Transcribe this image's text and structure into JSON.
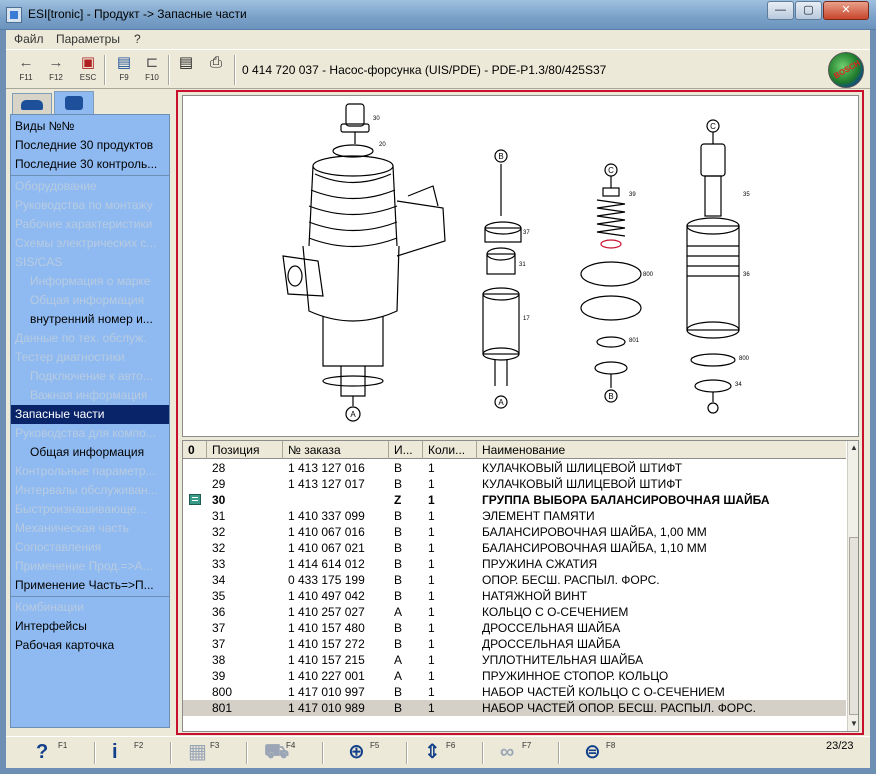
{
  "window": {
    "title": "ESI[tronic] - Продукт -> Запасные части",
    "min_glyph": "—",
    "max_glyph": "▢",
    "close_glyph": "✕"
  },
  "menu": [
    "Файл",
    "Параметры",
    "?"
  ],
  "toolbar": {
    "buttons": [
      {
        "icon": "arrow-left-icon",
        "glyph": "←",
        "key": "F11"
      },
      {
        "icon": "arrow-right-icon",
        "glyph": "→",
        "key": "F12"
      },
      {
        "icon": "esc-icon",
        "glyph": "▣",
        "key": "ESC"
      },
      {
        "icon": "list-icon",
        "glyph": "▤",
        "key": "F9"
      },
      {
        "icon": "tree-icon",
        "glyph": "⊏",
        "key": "F10"
      },
      {
        "icon": "document-icon",
        "glyph": "▤",
        "key": ""
      },
      {
        "icon": "printer-icon",
        "glyph": "⎙",
        "key": ""
      }
    ],
    "product": "0 414 720 037 - Насос-форсунка (UIS/PDE) - PDE-P1.3/80/425S37",
    "logo": "BOSCH"
  },
  "nav": {
    "items": [
      {
        "label": "Виды №№",
        "state": "bold",
        "indent": 0
      },
      {
        "label": "Последние 30 продуктов",
        "state": "bold",
        "indent": 0
      },
      {
        "label": "Последние 30 контроль...",
        "state": "bold",
        "indent": 0
      },
      {
        "label": "Оборудование",
        "state": "gray",
        "indent": 0
      },
      {
        "label": "Руководства по монтажу",
        "state": "gray",
        "indent": 0
      },
      {
        "label": "Рабочие характеристики",
        "state": "gray",
        "indent": 0
      },
      {
        "label": "Схемы электрических с...",
        "state": "gray",
        "indent": 0
      },
      {
        "label": "SIS/CAS",
        "state": "gray",
        "indent": 0
      },
      {
        "label": "Информация о марке",
        "state": "gray",
        "indent": 1
      },
      {
        "label": "Общая информация",
        "state": "gray",
        "indent": 1
      },
      {
        "label": "внутренний номер и...",
        "state": "bold",
        "indent": 1
      },
      {
        "label": "Данные по тех. обслуж.",
        "state": "gray",
        "indent": 0
      },
      {
        "label": "Тестер диагностики",
        "state": "gray",
        "indent": 0
      },
      {
        "label": "Подключение к авто...",
        "state": "gray",
        "indent": 1
      },
      {
        "label": "Важная информация",
        "state": "gray",
        "indent": 1
      },
      {
        "label": "Запасные части",
        "state": "sel",
        "indent": 0
      },
      {
        "label": "Руководства для компо...",
        "state": "gray",
        "indent": 0
      },
      {
        "label": "Общая информация",
        "state": "bold",
        "indent": 1
      },
      {
        "label": "Контрольные параметр...",
        "state": "gray",
        "indent": 0
      },
      {
        "label": "Интервалы обслуживан...",
        "state": "gray",
        "indent": 0
      },
      {
        "label": "Быстроизнашивающе...",
        "state": "gray",
        "indent": 0
      },
      {
        "label": "Механическая часть",
        "state": "gray",
        "indent": 0
      },
      {
        "label": "Сопоставления",
        "state": "gray",
        "indent": 0
      },
      {
        "label": "Применение Прод.=>А...",
        "state": "gray",
        "indent": 0
      },
      {
        "label": "Применение Часть=>П...",
        "state": "bold",
        "indent": 0
      },
      {
        "label": "Комбинации",
        "state": "gray",
        "indent": 0
      },
      {
        "label": "Интерфейсы",
        "state": "bold",
        "indent": 0
      },
      {
        "label": "Рабочая карточка",
        "state": "bold",
        "indent": 0
      }
    ]
  },
  "diagram": {
    "callouts": [
      "A",
      "B",
      "C",
      "A",
      "B",
      "C"
    ],
    "part_labels": [
      "30",
      "20",
      "37",
      "31",
      "17",
      "39",
      "800",
      "801",
      "35",
      "36",
      "800",
      "34"
    ]
  },
  "table": {
    "columns": [
      "0",
      "Позиция",
      "№ заказа",
      "И...",
      "Коли...",
      "Наименование"
    ],
    "rows": [
      {
        "pos": "28",
        "order": "1 413 127 016",
        "code": "B",
        "qty": "1",
        "name": "КУЛАЧКОВЫЙ ШЛИЦЕВОЙ ШТИФТ",
        "icon": false,
        "bold": false,
        "selected": false
      },
      {
        "pos": "29",
        "order": "1 413 127 017",
        "code": "B",
        "qty": "1",
        "name": "КУЛАЧКОВЫЙ ШЛИЦЕВОЙ ШТИФТ",
        "icon": false,
        "bold": false,
        "selected": false
      },
      {
        "pos": "30",
        "order": "",
        "code": "Z",
        "qty": "1",
        "name": "ГРУППА ВЫБОРА БАЛАНСИРОВОЧНАЯ ШАЙБА",
        "icon": true,
        "bold": true,
        "selected": false
      },
      {
        "pos": "31",
        "order": "1 410 337 099",
        "code": "B",
        "qty": "1",
        "name": "ЭЛЕМЕНТ ПАМЯТИ",
        "icon": false,
        "bold": false,
        "selected": false
      },
      {
        "pos": "32",
        "order": "1 410 067 016",
        "code": "B",
        "qty": "1",
        "name": "БАЛАНСИРОВОЧНАЯ ШАЙБА,   1,00 ММ",
        "icon": false,
        "bold": false,
        "selected": false
      },
      {
        "pos": "32",
        "order": "1 410 067 021",
        "code": "B",
        "qty": "1",
        "name": "БАЛАНСИРОВОЧНАЯ ШАЙБА,   1,10 ММ",
        "icon": false,
        "bold": false,
        "selected": false
      },
      {
        "pos": "33",
        "order": "1 414 614 012",
        "code": "B",
        "qty": "1",
        "name": "ПРУЖИНА СЖАТИЯ",
        "icon": false,
        "bold": false,
        "selected": false
      },
      {
        "pos": "34",
        "order": "0 433 175 199",
        "code": "B",
        "qty": "1",
        "name": "ОПОР. БЕСШ. РАСПЫЛ. ФОРС.",
        "icon": false,
        "bold": false,
        "selected": false
      },
      {
        "pos": "35",
        "order": "1 410 497 042",
        "code": "B",
        "qty": "1",
        "name": "НАТЯЖНОЙ ВИНТ",
        "icon": false,
        "bold": false,
        "selected": false
      },
      {
        "pos": "36",
        "order": "1 410 257 027",
        "code": "A",
        "qty": "1",
        "name": "КОЛЬЦО С О-СЕЧЕНИЕМ",
        "icon": false,
        "bold": false,
        "selected": false
      },
      {
        "pos": "37",
        "order": "1 410 157 480",
        "code": "B",
        "qty": "1",
        "name": "ДРОССЕЛЬНАЯ ШАЙБА",
        "icon": false,
        "bold": false,
        "selected": false
      },
      {
        "pos": "37",
        "order": "1 410 157 272",
        "code": "B",
        "qty": "1",
        "name": "ДРОССЕЛЬНАЯ ШАЙБА",
        "icon": false,
        "bold": false,
        "selected": false
      },
      {
        "pos": "38",
        "order": "1 410 157 215",
        "code": "A",
        "qty": "1",
        "name": "УПЛОТНИТЕЛЬНАЯ ШАЙБА",
        "icon": false,
        "bold": false,
        "selected": false
      },
      {
        "pos": "39",
        "order": "1 410 227 001",
        "code": "A",
        "qty": "1",
        "name": "ПРУЖИННОЕ СТОПОР. КОЛЬЦО",
        "icon": false,
        "bold": false,
        "selected": false
      },
      {
        "pos": "800",
        "order": "1 417 010 997",
        "code": "B",
        "qty": "1",
        "name": "НАБОР ЧАСТЕЙ КОЛЬЦО С О-СЕЧЕНИЕМ",
        "icon": false,
        "bold": false,
        "selected": false
      },
      {
        "pos": "801",
        "order": "1 417 010 989",
        "code": "B",
        "qty": "1",
        "name": "НАБОР ЧАСТЕЙ ОПОР. БЕСШ. РАСПЫЛ. ФОРС.",
        "icon": false,
        "bold": false,
        "selected": true
      }
    ]
  },
  "bottombar": {
    "buttons": [
      {
        "icon": "help-icon",
        "glyph": "?",
        "key": "F1",
        "enabled": true
      },
      {
        "icon": "info-icon",
        "glyph": "i",
        "key": "F2",
        "enabled": true
      },
      {
        "icon": "calculator-icon",
        "glyph": "▦",
        "key": "F3",
        "enabled": false
      },
      {
        "icon": "cart-icon",
        "glyph": "⛟",
        "key": "F4",
        "enabled": false
      },
      {
        "icon": "zoom-icon",
        "glyph": "⊕",
        "key": "F5",
        "enabled": true
      },
      {
        "icon": "split-icon",
        "glyph": "⇕",
        "key": "F6",
        "enabled": true
      },
      {
        "icon": "glasses-icon",
        "glyph": "∞",
        "key": "F7",
        "enabled": false
      },
      {
        "icon": "bosch-icon",
        "glyph": "⊜",
        "key": "F8",
        "enabled": true
      }
    ],
    "page_counter": "23/23"
  }
}
